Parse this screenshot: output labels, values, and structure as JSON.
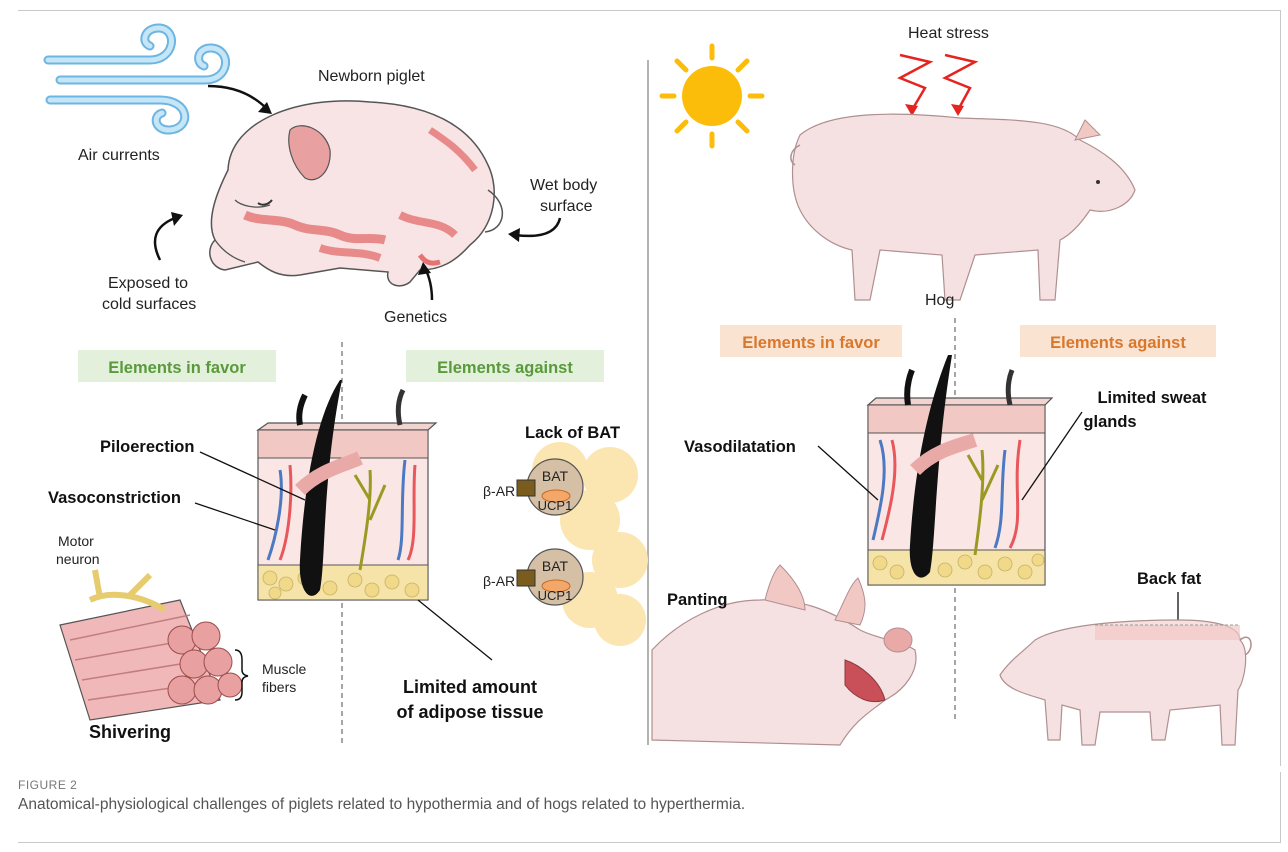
{
  "figure": {
    "label": "FIGURE 2",
    "caption": "Anatomical-physiological challenges of piglets related to hypothermia and of hogs related to hyperthermia."
  },
  "left_panel": {
    "air_currents": "Air currents",
    "newborn_piglet": "Newborn piglet",
    "wet_body_1": "Wet body",
    "wet_body_2": "surface",
    "exposed_1": "Exposed to",
    "exposed_2": "cold surfaces",
    "genetics": "Genetics",
    "in_favor": "Elements in favor",
    "against": "Elements against",
    "piloerection": "Piloerection",
    "vasoconstriction": "Vasoconstriction",
    "motor_1": "Motor",
    "motor_2": "neuron",
    "muscle_1": "Muscle",
    "muscle_2": "fibers",
    "shivering": "Shivering",
    "lack_bat": "Lack of BAT",
    "beta_ar": "β-AR",
    "bat": "BAT",
    "ucp1": "UCP1",
    "limited_1": "Limited amount",
    "limited_2": "of adipose tissue"
  },
  "right_panel": {
    "heat_stress": "Heat stress",
    "hog": "Hog",
    "in_favor": "Elements in favor",
    "against": "Elements against",
    "vasodilatation": "Vasodilatation",
    "sweat_1": "Limited sweat",
    "sweat_2": "glands",
    "panting": "Panting",
    "back_fat": "Back fat"
  },
  "colors": {
    "green_label_bg": "#e2f0dc",
    "green_label_text": "#5a9a3c",
    "orange_label_bg": "#fbe3d2",
    "orange_label_text": "#d9772b",
    "skin_pink": "#f7dcdc",
    "skin_dark": "#e9a9a6",
    "fat_yellow": "#f6e3a8",
    "pig_pink": "#f6e1e2",
    "sun_yellow": "#fbbd0a",
    "heat_red": "#e52420",
    "wind_blue": "#8ec9ea"
  }
}
